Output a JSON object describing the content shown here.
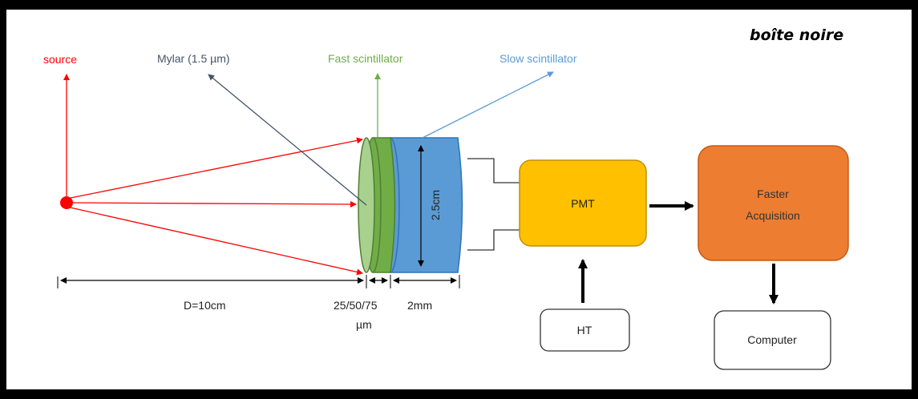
{
  "title": "boîte noire",
  "labels": {
    "source": "source",
    "mylar": "Mylar (1.5 µm)",
    "fast": "Fast scintillator",
    "slow": "Slow scintillator",
    "diameter": "2.5cm",
    "distance": "D=10cm",
    "fast_thickness_1": "25/50/75",
    "fast_thickness_2": "µm",
    "slow_thickness": "2mm"
  },
  "boxes": {
    "pmt": "PMT",
    "faster_1": "Faster",
    "faster_2": "Acquisition",
    "ht": "HT",
    "computer": "Computer"
  },
  "colors": {
    "source": "#ff0000",
    "mylar": "#44546a",
    "fast": "#70ad47",
    "slow": "#5b9bd5",
    "pmt": "#ffc000",
    "faster": "#ed7d31"
  }
}
